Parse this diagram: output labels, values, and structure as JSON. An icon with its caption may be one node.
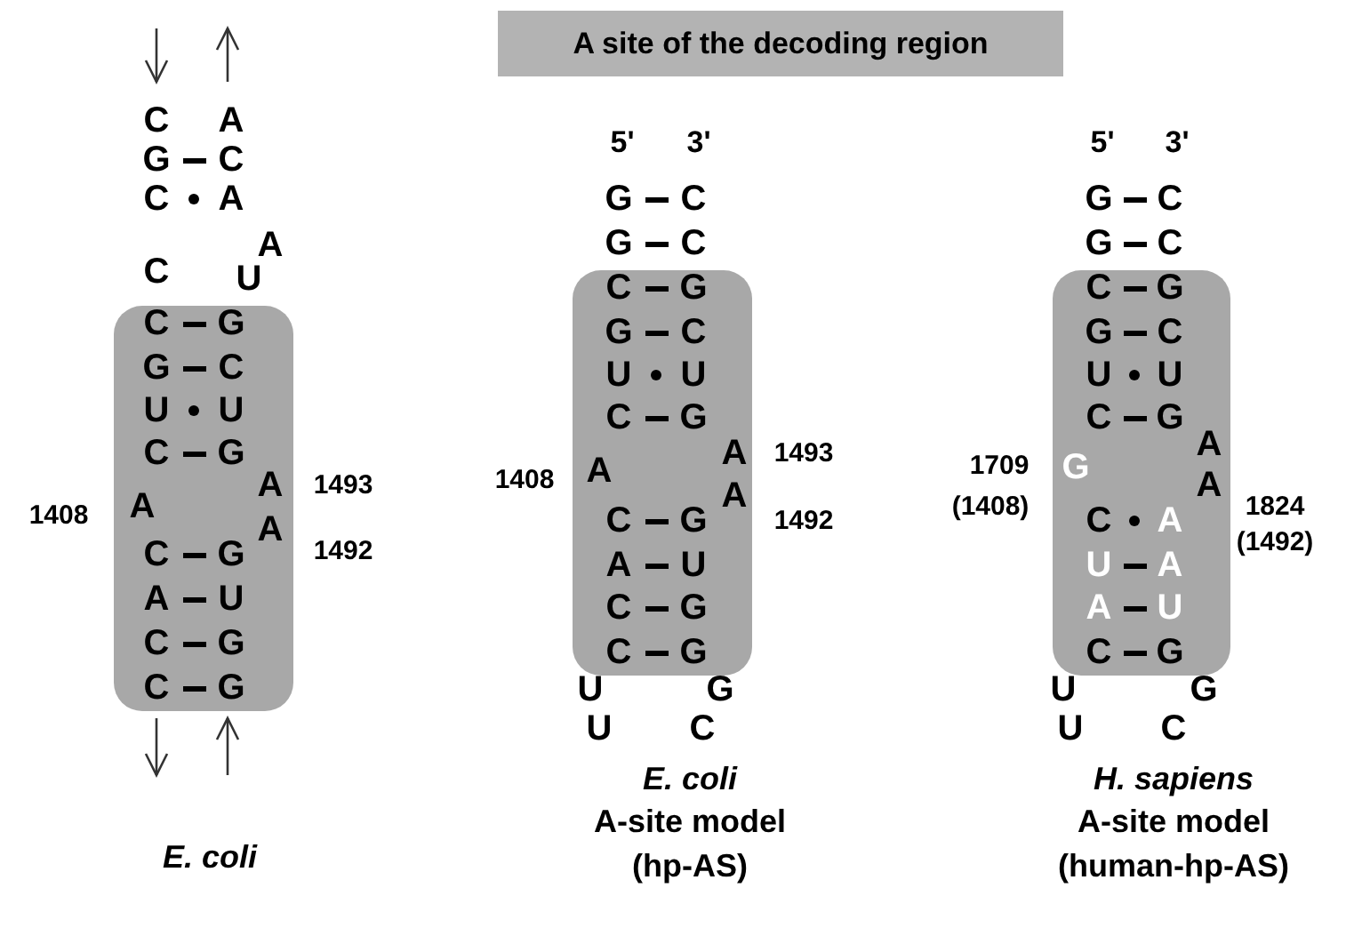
{
  "diagram": {
    "title": "A site of the decoding region",
    "nodes": [
      {
        "text": [],
        "shape": "box"
      },
      {
        "text": [],
        "shape": "box"
      },
      {
        "text": [],
        "shape": "box"
      }
    ],
    "labels": [
      "C",
      "A",
      "G",
      "C",
      "C",
      "A",
      "A",
      "C",
      "U",
      "C",
      "G",
      "G",
      "C",
      "U",
      "U",
      "C",
      "G",
      "A",
      "1493",
      "1408",
      "A",
      "A",
      "1492",
      "C",
      "G",
      "A",
      "U",
      "C",
      "G",
      "C",
      "G",
      "5'",
      "3'",
      "G",
      "C",
      "G",
      "C",
      "C",
      "G",
      "G",
      "C",
      "U",
      "U",
      "C",
      "G",
      "A",
      "1493",
      "1408",
      "A",
      "A",
      "1492",
      "C",
      "G",
      "A",
      "U",
      "C",
      "G",
      "C",
      "G",
      "U",
      "G",
      "U",
      "C",
      "5'",
      "3'",
      "G",
      "C",
      "G",
      "C",
      "C",
      "G",
      "G",
      "C",
      "U",
      "U",
      "C",
      "G",
      "A",
      "1709",
      "G",
      "A",
      "(1408)",
      "1824",
      "C",
      "A",
      "(1492)",
      "U",
      "A",
      "A",
      "U",
      "C",
      "G",
      "U",
      "G",
      "U",
      "C",
      "E. coli",
      "E. coli",
      "A-site model",
      "(hp-AS)",
      "H. sapiens",
      "A-site model",
      "(human-hp-AS)"
    ]
  }
}
